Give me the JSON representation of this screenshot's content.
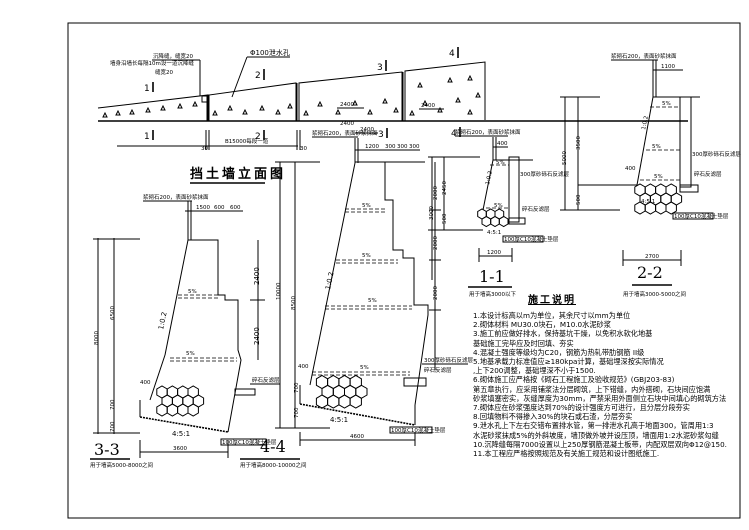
{
  "drawing": {
    "elevation_title": "挡土墙立面图",
    "elevation": {
      "section_marks": [
        "1",
        "2",
        "3",
        "4"
      ],
      "drain_pipe_label": "Φ100泄水孔",
      "joint_label_1": "沉降缝，缝宽20",
      "joint_label_2": "墙身沿墙长每隔10m设一道沉降缝",
      "joint_label_3": "缝宽20",
      "spacing_label": "2400",
      "height_label": "2400",
      "length_label": "B15000每段一道",
      "end_dim": "30"
    },
    "sections": [
      {
        "id": "3-3",
        "caption": "3-3",
        "subcaption": "用于墙高5000-8000之间",
        "top_note": "浆砌石200，表面砂浆抹面",
        "top_dims": [
          "1500",
          "600",
          "600"
        ],
        "height_dims": [
          "8000",
          "6500",
          "2400",
          "2400"
        ],
        "slope_label": "1:0.2",
        "grade_labels": [
          "5%",
          "5%"
        ],
        "toe_dims": [
          "400",
          "700",
          "700"
        ],
        "base_slope": "4:5:1",
        "base_width": "3600",
        "base_note": "100厚C10混凝土垫层",
        "side_note": "碎石反滤层"
      },
      {
        "id": "4-4",
        "caption": "4-4",
        "subcaption": "用于墙高8000-10000之间",
        "top_note": "浆砌石200，表面砂浆抹面",
        "top_dims": [
          "2400",
          "1200",
          "300",
          "300",
          "300"
        ],
        "height_dims": [
          "10000",
          "8500",
          "2000",
          "2000",
          "2000"
        ],
        "slope_label": "1:0.2",
        "grade_labels": [
          "5%",
          "5%",
          "5%",
          "5%"
        ],
        "toe_dims": [
          "400",
          "700",
          "700"
        ],
        "base_slope": "4:5:1",
        "base_width": "4600",
        "base_note": "100厚C10混凝土垫层",
        "drain_note": "300厚砂砾石反滤层",
        "side_note": "碎石反滤层"
      },
      {
        "id": "1-1",
        "caption": "1-1",
        "subcaption": "用于墙高3000以下",
        "top_note": "浆砌石200，表面砂浆抹面",
        "top_dims": [
          "400"
        ],
        "height_dims": [
          "3000",
          "2450",
          "500",
          "200"
        ],
        "slope_label": "1:0.2",
        "grade_labels": [
          "5%",
          "5%"
        ],
        "base_slope": "4:5:1",
        "base_width": "1200",
        "base_note": "100厚C10混凝土垫层",
        "drain_note": "300厚砂砾石反滤层",
        "side_note": "碎石反滤层"
      },
      {
        "id": "2-2",
        "caption": "2-2",
        "subcaption": "用于墙高3000-5000之间",
        "top_note": "浆砌石200，表面砂浆抹面",
        "top_dims": [
          "1100"
        ],
        "height_dims": [
          "5000",
          "3500",
          "500",
          "300"
        ],
        "slope_label": "1:0.2",
        "grade_labels": [
          "5%",
          "5%",
          "5%"
        ],
        "toe_dims": [
          "400"
        ],
        "base_slope": "4:5:1",
        "base_width": "2700",
        "base_note": "100厚C10混凝土垫层",
        "drain_note": "300厚砂砾石反滤层",
        "side_note": "碎石反滤层"
      }
    ]
  },
  "notes": {
    "title": "施工说明",
    "items": [
      "1.本设计标高以m为单位，其余尺寸以mm为单位",
      "2.砌体材料 MU30.0块石，M10.0水泥砂浆",
      "3.施工前应做好排水，保持基坑干燥，以免积水软化地基",
      "   基础施工完毕应及时回填、夯实",
      "4.混凝土强度等级均为C20，钢筋为热轧带肋钢筋 II级",
      "5.地基承载力标准值应≥180kpa计算，基础埋深按实际情况",
      "   ,上下200调整，基础埋深不小于1500.",
      "6.砌体施工应严格按《砌石工程施工及验收规范》(GBJ203-83)",
      "   第五章执行，应采用铺浆法分层砌筑，上下错缝，内外搭砌，石块间应饱满",
      "   砂浆填塞密实，灰缝厚度为30mm，严禁采用外面侧立石块中间填心的砌筑方法",
      "7.砌体应在砂浆强度达到70%的设计强度方可进行，且分层分段夯实",
      "8.回填物料不得掺入30%的块石或石渣，分层夯实",
      "9.泄水孔上下左右交错布置排水管，第一排泄水孔高于地面300，管周用1:3",
      "   水泥砂浆抹成5%的外斜坡度，墙顶做外坡并设压顶，墙面用1:2水泥砂浆勾缝",
      "10.沉降缝每隔7000设置以上250厚钢筋混凝土板带，内配双层双向Φ12@150.",
      "11.本工程应严格按照规范及有关施工规范和设计图纸施工."
    ]
  }
}
